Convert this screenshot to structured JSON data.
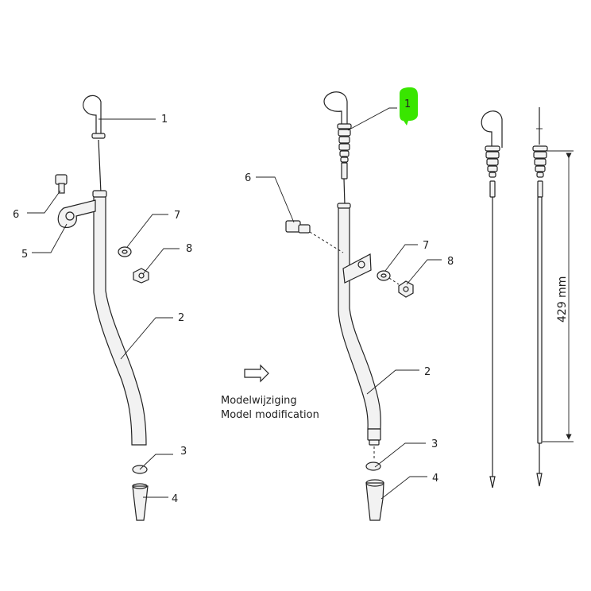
{
  "callouts": {
    "left": {
      "c1": "1",
      "c2": "2",
      "c3": "3",
      "c4": "4",
      "c5": "5",
      "c6": "6",
      "c7": "7",
      "c8": "8"
    },
    "middle": {
      "c1": "1",
      "c2": "2",
      "c3": "3",
      "c4": "4",
      "c6": "6",
      "c7": "7",
      "c8": "8"
    }
  },
  "highlight_color": "#39e600",
  "arrow_icon": "right-arrow-icon",
  "caption": {
    "line1": "Modelwijziging",
    "line2": "Model modification"
  },
  "dimension": {
    "label": "429 mm"
  }
}
